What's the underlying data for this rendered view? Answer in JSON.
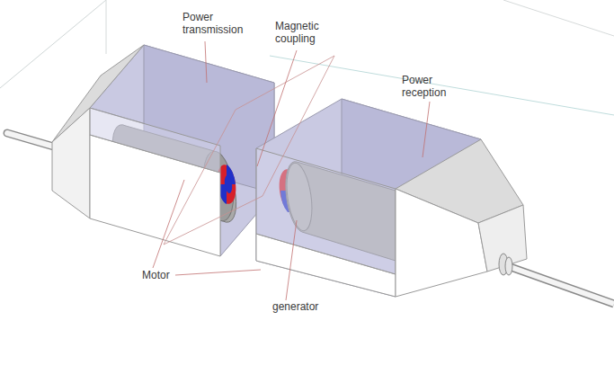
{
  "diagram": {
    "labels": [
      "Power transmission",
      "Magnetic coupling",
      "Power reception",
      "Motor",
      "generator"
    ]
  }
}
